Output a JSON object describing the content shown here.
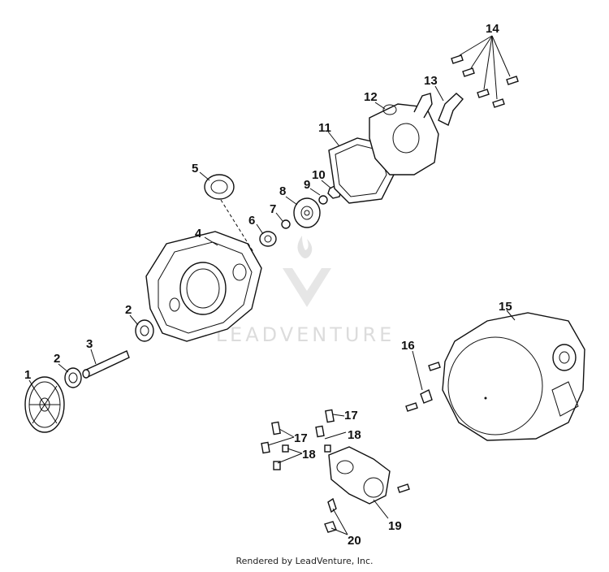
{
  "diagram": {
    "callouts": [
      "1",
      "2",
      "3",
      "2",
      "4",
      "5",
      "6",
      "7",
      "8",
      "9",
      "10",
      "11",
      "12",
      "13",
      "14",
      "15",
      "16",
      "17",
      "17",
      "18",
      "18",
      "19",
      "20"
    ]
  },
  "watermark": {
    "text": "LEADVENTURE"
  },
  "footer": {
    "text": "Rendered by LeadVenture, Inc."
  }
}
